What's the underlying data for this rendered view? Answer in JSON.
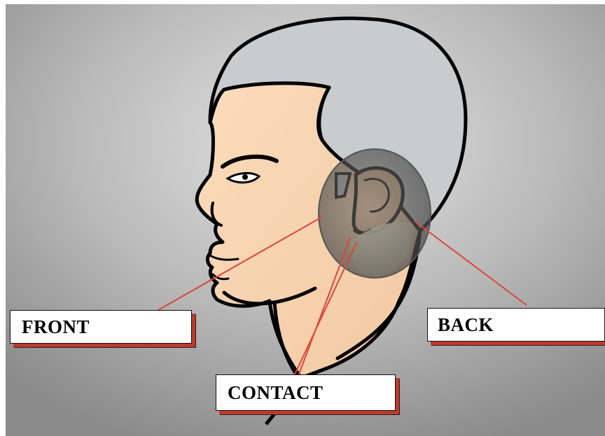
{
  "labels": {
    "front": "FRONT",
    "back": "BACK",
    "contact": "CONTACT"
  },
  "colors": {
    "background_center": "#e2e2e2",
    "background_edge": "#8a8a8a",
    "skin": "#f6d3b1",
    "hair": "#c9cbcd",
    "outline": "#000000",
    "pointer_line": "#d9473a",
    "label_shadow": "#c0392b"
  }
}
